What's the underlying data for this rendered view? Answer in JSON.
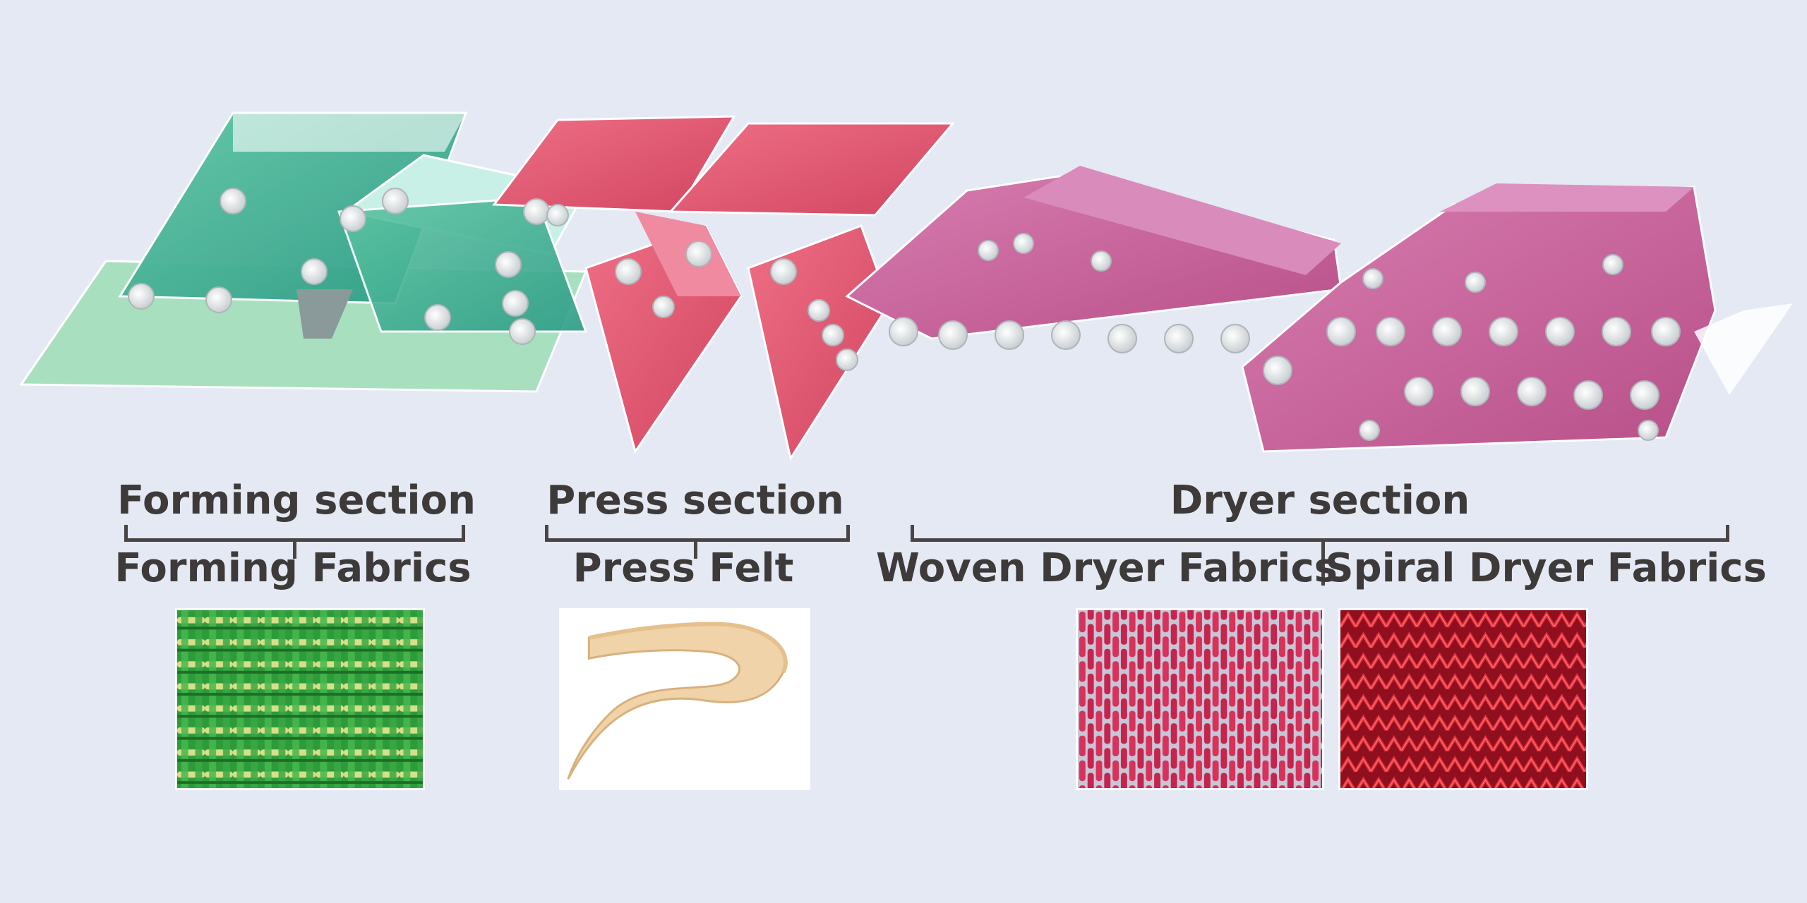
{
  "sections": [
    {
      "name": "Forming section",
      "fabrics": [
        "Forming Fabrics"
      ]
    },
    {
      "name": "Press section",
      "fabrics": [
        "Press Felt"
      ]
    },
    {
      "name": "Dryer section",
      "fabrics": [
        "Woven Dryer Fabrics",
        "Spiral Dryer Fabrics"
      ]
    }
  ],
  "colors": {
    "background": "#e4e9f4",
    "forming_fabric": "#3fb08f",
    "press_fabric": "#e2566e",
    "dryer_fabric": "#c9639a",
    "text": "#3d3a39"
  },
  "icons": [
    "paper-machine-illustration",
    "forming-fabric-swatch",
    "press-felt-swatch",
    "woven-dryer-fabric-swatch",
    "spiral-dryer-fabric-swatch"
  ]
}
